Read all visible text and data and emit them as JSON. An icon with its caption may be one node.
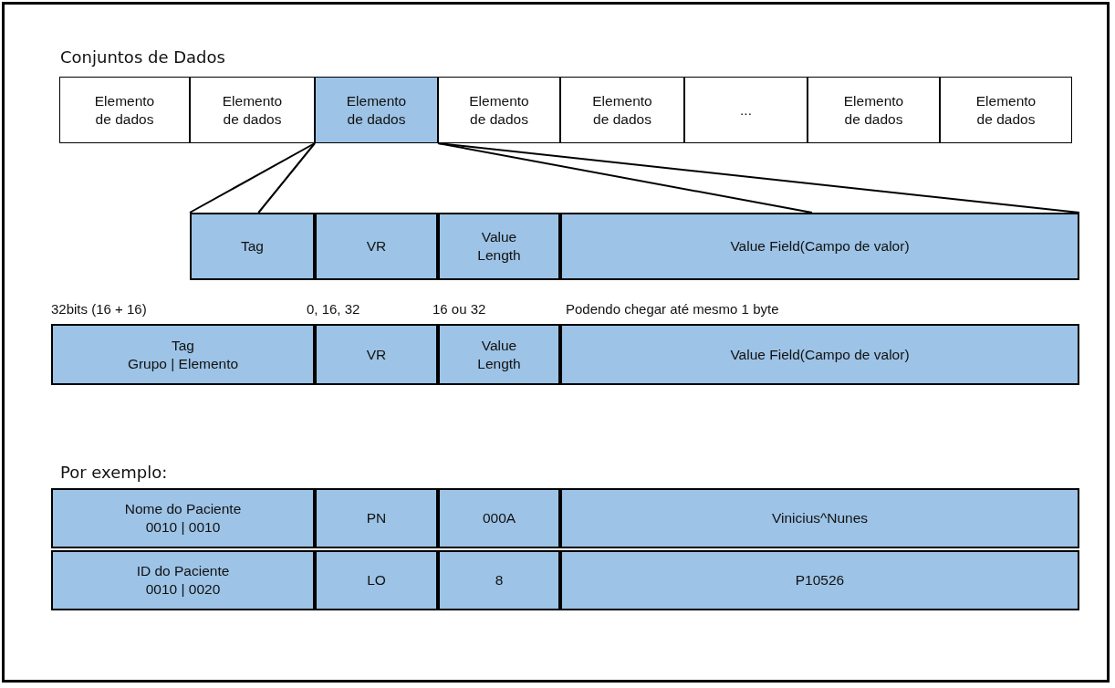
{
  "diagram": {
    "nodes": [
      {
        "text": [
          "Elemento de dados"
        ]
      },
      {
        "text": [
          "Elemento de dados"
        ]
      },
      {
        "text": [
          "Elemento de dados"
        ]
      },
      {
        "text": [
          "Elemento de dados"
        ]
      },
      {
        "text": [
          "Elemento de dados"
        ]
      },
      {
        "text": [
          "..."
        ]
      },
      {
        "text": [
          "Elemento de dados"
        ]
      },
      {
        "text": [
          "Elemento de dados"
        ]
      },
      {
        "text": [
          "Tag"
        ]
      },
      {
        "text": [
          "VR"
        ]
      },
      {
        "text": [
          "Value Length"
        ]
      },
      {
        "text": [
          "Value Field(Campo de valor)"
        ]
      },
      {
        "text": [
          "Tag",
          "Grupo | Elemento"
        ],
        "beside": [
          "32bits (16 + 16)"
        ]
      },
      {
        "text": [
          "VR"
        ],
        "beside": [
          "0, 16, 32"
        ]
      },
      {
        "text": [
          "Value Length"
        ],
        "beside": [
          "16 ou 32"
        ]
      },
      {
        "text": [
          "Value Field(Campo de valor)"
        ],
        "beside": [
          "Podendo chegar até mesmo 1 byte"
        ]
      },
      {
        "text": [
          "Nome do Paciente",
          "0010 | 0010"
        ]
      },
      {
        "text": [
          "PN"
        ]
      },
      {
        "text": [
          "000A"
        ]
      },
      {
        "text": [
          "Vinicius^Nunes"
        ]
      },
      {
        "text": [
          "ID do Paciente",
          "0010 | 0020"
        ]
      },
      {
        "text": [
          "LO"
        ]
      },
      {
        "text": [
          "8"
        ]
      },
      {
        "text": [
          "P10526"
        ]
      }
    ],
    "edges": [
      {
        "from": 2,
        "to": 8,
        "arrow": "none"
      },
      {
        "from": 2,
        "to": 8,
        "arrow": "none"
      },
      {
        "from": 2,
        "to": 11,
        "arrow": "none"
      },
      {
        "from": 2,
        "to": 11,
        "arrow": "none"
      }
    ],
    "labels": [
      "Conjuntos de Dados",
      "Por exemplo:"
    ]
  }
}
